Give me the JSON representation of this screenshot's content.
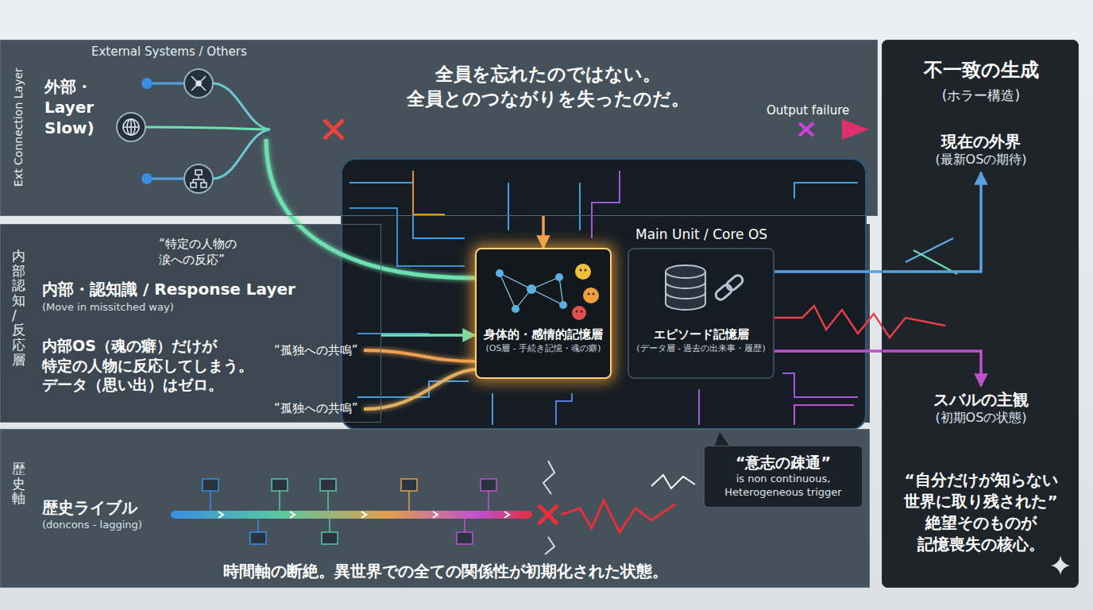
{
  "diagram": {
    "title": "全員を忘れたのではない。 全員とのつながりを失ったのだ。",
    "nodes": [
      {
        "text": [
          "Ext Connection Layer",
          "外部・ Layer Slow)"
        ]
      },
      {
        "text": [
          "身体的・感情的記憶層",
          "(OS層 - 手続き記憶・魂の癖)"
        ]
      },
      {
        "text": [
          "エピソード記憶層",
          "(データ層 - 過去の出来事・履歴)"
        ]
      },
      {
        "text": [
          "内部認知 / 反応層",
          "内部・認知識 / Response Layer",
          "(Move in missitched way)",
          "内部OS（魂の癖）だけが 特定の人物に反応してしまう。 データ（思い出）はゼロ。"
        ]
      },
      {
        "text": [
          "歴史軸",
          "歴史ライブル",
          "(doncons - lagging)",
          "時間軸の断絶。異世界での全ての関係性が初期化された状態。"
        ]
      },
      {
        "text": [
          "“意志の疎通”",
          "is non continuous, Heterogeneous trigger"
        ],
        "in": 4
      },
      {
        "text": [
          "不一致の生成",
          "(ホラー構造)",
          "“自分だけが知らない 世界に取り残された” 絶望そのものが 記憶喪失の核心。"
        ]
      },
      {
        "text": [
          "現在の外界",
          "(最新OSの期待)"
        ],
        "in": 6
      },
      {
        "text": [
          "スバルの主観",
          "(初期OSの状態)"
        ],
        "in": 6
      }
    ],
    "edges": [
      {
        "from": 0,
        "to": 1,
        "arrow": "to"
      },
      {
        "from": 3,
        "to": 1,
        "arrow": "to"
      },
      {
        "from": 2,
        "to": 7,
        "arrow": "to"
      },
      {
        "from": 2,
        "to": 8,
        "arrow": "to"
      }
    ],
    "labels": [
      "External Systems / Others",
      "Output failure",
      "Main Unit / Core OS",
      "“特定の人物の 涙への反応”",
      "“孤独への共鳴”",
      "“孤独への共鳴”"
    ]
  }
}
